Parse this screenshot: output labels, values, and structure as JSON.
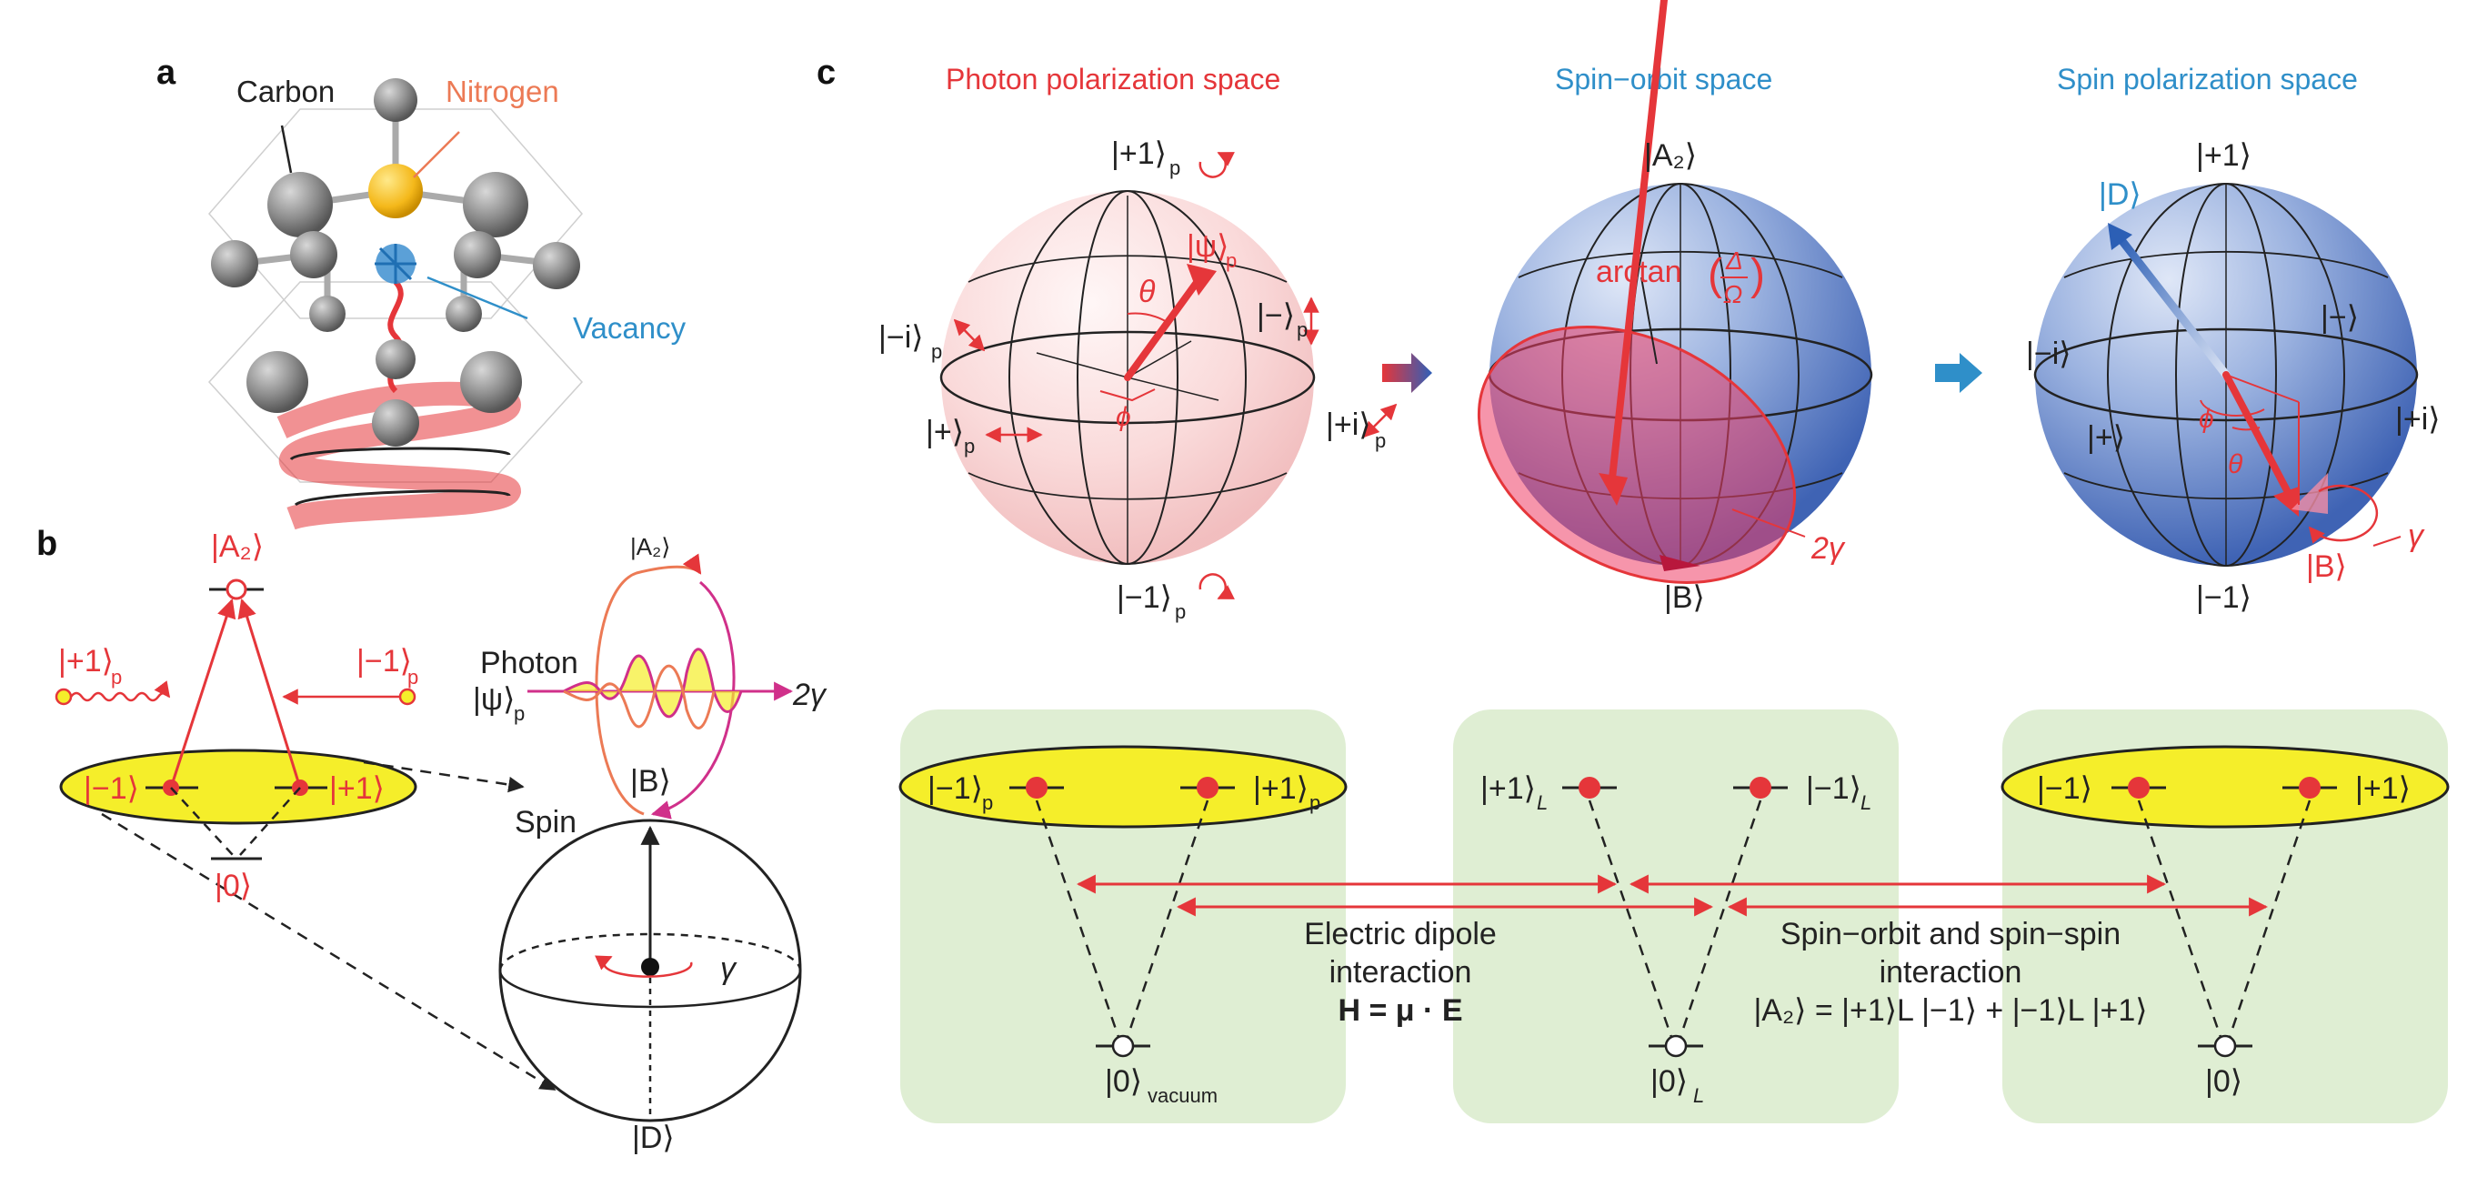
{
  "panels": {
    "a": "a",
    "b": "b",
    "c": "c"
  },
  "panel_a": {
    "carbon": "Carbon",
    "nitrogen": "Nitrogen",
    "vacancy": "Vacancy"
  },
  "panel_b": {
    "A2": "|A₂⟩",
    "plus1p": "|+1⟩",
    "minus1p": "|−1⟩",
    "sub_p": "p",
    "minus1": "|−1⟩",
    "plus1": "|+1⟩",
    "zero": "|0⟩",
    "photon": "Photon",
    "psi_p": "|ψ⟩",
    "two_gamma": "2γ",
    "B": "|B⟩",
    "spin": "Spin",
    "gamma": "γ",
    "D": "|D⟩"
  },
  "panel_c": {
    "title_photon": "Photon polarization space",
    "title_spinorbit": "Spin−orbit space",
    "title_spinpol": "Spin polarization space",
    "s1": {
      "top": "|+1⟩",
      "bottom": "|−1⟩",
      "minus_i": "|−i⟩",
      "plus": "|+⟩",
      "minus": "|−⟩",
      "plus_i": "|+i⟩",
      "psi": "|ψ⟩",
      "theta": "θ",
      "phi": "ϕ",
      "sub_p": "p"
    },
    "s2": {
      "top": "|A₂⟩",
      "bottom": "|B⟩",
      "arctan": "arctan",
      "frac_num": "Δ",
      "frac_den": "Ω",
      "two_gamma": "2γ"
    },
    "s3": {
      "top": "|+1⟩",
      "bottom": "|−1⟩",
      "D": "|D⟩",
      "minus_i": "|−i⟩",
      "minus": "|−⟩",
      "plus": "|+⟩",
      "plus_i": "|+i⟩",
      "phi": "ϕ",
      "theta": "θ",
      "B": "|B⟩",
      "gamma": "γ"
    },
    "levels": {
      "box1_left": "|−1⟩",
      "box1_right": "|+1⟩",
      "sub_p": "p",
      "box1_bottom": "|0⟩",
      "sub_vacuum": "vacuum",
      "box2_left": "|+1⟩",
      "box2_right": "|−1⟩",
      "sub_L": "L",
      "box2_bottom": "|0⟩",
      "box3_left": "|−1⟩",
      "box3_right": "|+1⟩",
      "box3_bottom": "|0⟩"
    },
    "interaction1": [
      "Electric dipole",
      "interaction",
      "H = μ · E"
    ],
    "interaction2": [
      "Spin−orbit and spin−spin",
      "interaction",
      "|A₂⟩ = |+1⟩L |−1⟩ + |−1⟩L |+1⟩"
    ]
  },
  "colors": {
    "red": "#e5363a",
    "blue_sphere": "#5a80c6",
    "pink_sphere": "#f6c7c8",
    "yellow": "#f5ee2a",
    "green_box": "#dfeed3",
    "label_red": "#e0363c",
    "label_blue": "#2f8fc9"
  }
}
